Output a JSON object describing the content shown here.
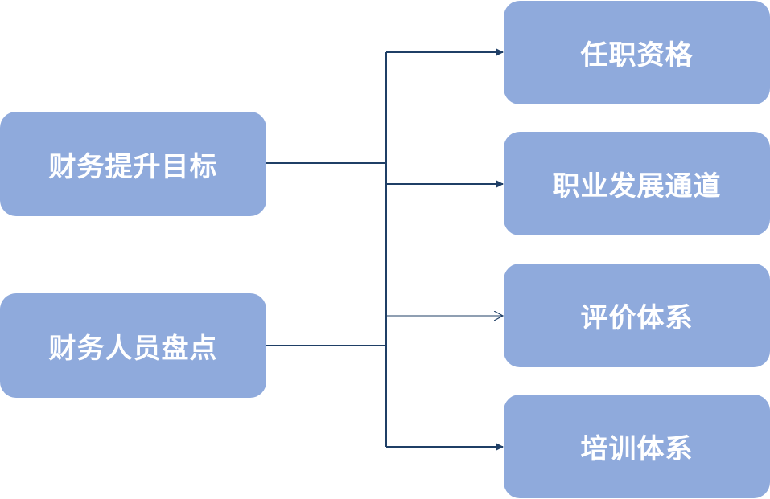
{
  "colors": {
    "node_fill": "#8faadc",
    "node_text": "#ffffff",
    "connector": "#1f3f66"
  },
  "sources": [
    {
      "label": "财务提升目标"
    },
    {
      "label": "财务人员盘点"
    }
  ],
  "targets": [
    {
      "label": "任职资格"
    },
    {
      "label": "职业发展通道"
    },
    {
      "label": "评价体系"
    },
    {
      "label": "培训体系"
    }
  ]
}
